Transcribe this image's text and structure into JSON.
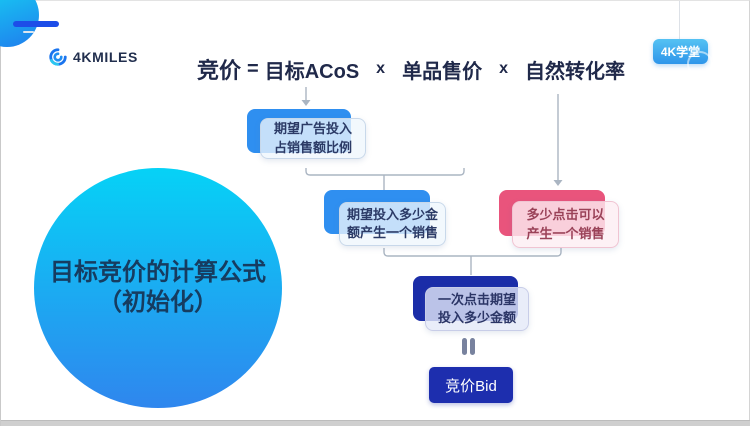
{
  "slide": {
    "brand": {
      "logo_text": "4KMILES",
      "badge_label": "4K学堂"
    },
    "formula": {
      "result": "竞价",
      "equals": "=",
      "term1": "目标ACoS",
      "times1": "x",
      "term2": "单品售价",
      "times2": "x",
      "term3": "自然转化率"
    },
    "headline_circle": {
      "line1": "目标竞价的计算公式",
      "line2": "（初始化）"
    },
    "flowchart": {
      "acos_box": {
        "line1": "期望广告投入",
        "line2": "占销售额比例"
      },
      "spend_box": {
        "line1": "期望投入多少金",
        "line2": "额产生一个销售"
      },
      "clicks_box": {
        "line1": "多少点击可以",
        "line2": "产生一个销售"
      },
      "cpc_box": {
        "line1": "一次点击期望",
        "line2": "投入多少金额"
      },
      "bid_box": {
        "label": "竞价Bid"
      }
    },
    "colors": {
      "accent_blue": "#2F8FF0",
      "accent_pink": "#E9547C",
      "deep_navy_box": "#1B2DA8",
      "bid_blue": "#1D2EAE",
      "badge_blue": "#3FA9F0",
      "title_navy": "#20294A",
      "circle_gradient_top": "#06D2F6",
      "circle_gradient_bottom": "#2F86EE"
    }
  }
}
